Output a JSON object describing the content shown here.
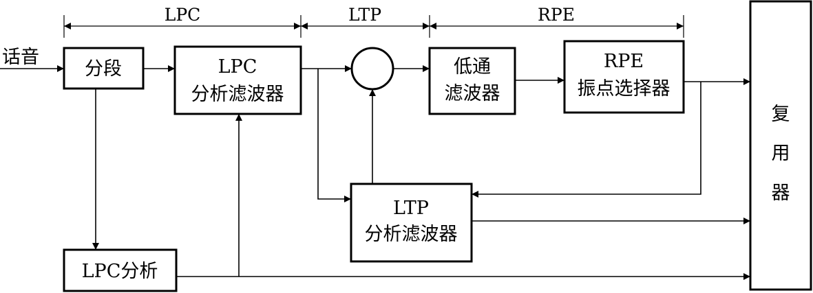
{
  "stage_labels": {
    "lpc": "LPC",
    "ltp": "LTP",
    "rpe": "RPE"
  },
  "input_label": "话音",
  "blocks": {
    "segment": [
      "分段"
    ],
    "lpc_filter": [
      "LPC",
      "分析滤波器"
    ],
    "lowpass": [
      "低通",
      "滤波器"
    ],
    "rpe_select": [
      "RPE",
      "振点选择器"
    ],
    "ltp_filter": [
      "LTP",
      "分析滤波器"
    ],
    "lpc_analysis": [
      "LPC分析"
    ],
    "mux": [
      "复",
      "用",
      "器"
    ]
  }
}
